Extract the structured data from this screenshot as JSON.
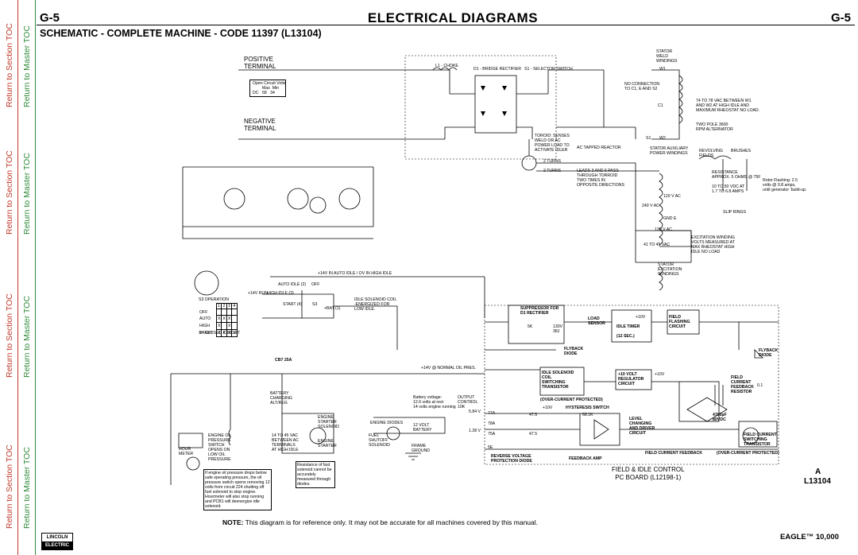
{
  "sidebar": {
    "section_toc_label": "Return to Section TOC",
    "master_toc_label": "Return to Master TOC",
    "colors": {
      "section": "#c0392b",
      "master": "#2e8b3a"
    }
  },
  "header": {
    "page_left": "G-5",
    "page_right": "G-5",
    "title": "ELECTRICAL DIAGRAMS",
    "subtitle": "SCHEMATIC - COMPLETE MACHINE - CODE 11397 (L13104)"
  },
  "labels": {
    "positive_terminal": [
      "POSITIVE",
      "TERMINAL"
    ],
    "negative_terminal": [
      "NEGATIVE",
      "TERMINAL"
    ],
    "ocv_table": {
      "title": "Open Circuit Volts",
      "cols": [
        "Max",
        "Min"
      ],
      "row_label": "DC",
      "values": [
        "68",
        "34"
      ]
    },
    "choke": "L1 - CHOKE",
    "bridge": "D1 - BRIDGE RECTIFIER",
    "selector": "S1 - SELECTOR SWITCH",
    "stator_weld": [
      "STATOR",
      "WELD",
      "WINDINGS"
    ],
    "w1": "W1",
    "w2": "W2",
    "c1": "C1",
    "s1": "S1",
    "no_connection": [
      "NO CONNECTION",
      "TO C1, E AND S2"
    ],
    "vac_note": [
      "74 TO 78 VAC BETWEEN W1",
      "AND W2 AT HIGH IDLE AND",
      "MAXIMUM RHEOSTAT NO LOAD."
    ],
    "two_pole": [
      "TWO POLE 3600",
      "RPM ALTERNATOR"
    ],
    "toroid": [
      "TOROID: SENSES",
      "WELD OR AC",
      "POWER LOAD TO",
      "ACTIVATE IDLER"
    ],
    "ac_reactor": "AC TAPPED REACTOR",
    "stator_aux": [
      "STATOR AUXILIARY",
      "POWER WINDINGS"
    ],
    "revolving_fields": [
      "REVOLVING",
      "FIELDS"
    ],
    "brushes": "BRUSHES",
    "resistance": [
      "RESISTANCE",
      "APPROX. 5 OHMS @ 75F"
    ],
    "rotor_flashing": [
      "Rotor Flashing: 2.5",
      "volts @ 0.8 amps,",
      "until generator 'build-up."
    ],
    "vdc_note": [
      "10 TO 50 VDC AT",
      "1.7 TO 6.8 AMPS"
    ],
    "slip_rings": "SLIP RINGS",
    "v120a": "120 V AC",
    "v240": "240 V AC",
    "v120b": "120 V AC",
    "gnd_e": "GND E",
    "turns2a": "2 TURNS",
    "turns2b": "2 TURNS",
    "leads": [
      "LEADS 3 AND 6 PASS",
      "THROUGH TORROID",
      "TWO TIMES IN",
      "OPPOSITE DIRECTIONS"
    ],
    "excitation": [
      "EXCITATION WINDING",
      "VOLTS MEASURED AT",
      "MAX RHEOSTAT HIGH",
      "IDLE NO LOAD"
    ],
    "v41_45": "41 TO 45 VAC",
    "stator_exc": [
      "STATOR",
      "EXCITATION",
      "WINDINGS"
    ],
    "idle_line": "+14V IN AUTO IDLE / OV IN HIGH IDLE",
    "s3_operation": "S3 OPERATION",
    "s3_table": {
      "header": [
        "1",
        "2",
        "3",
        "4"
      ],
      "rows": [
        [
          "OFF",
          "",
          "",
          "",
          ""
        ],
        [
          "AUTO",
          "X",
          "X",
          "X",
          ""
        ],
        [
          "HIGH",
          "X",
          "",
          "X",
          ""
        ],
        [
          "START",
          "X",
          "X",
          "X",
          "X"
        ]
      ],
      "footer": "X= CLOSED CIRCUIT"
    },
    "idle_solenoid": [
      "IDLE SOLENOID COIL",
      "-ENERGIZED FOR",
      "LOW IDLE."
    ],
    "auto_idle": "AUTO IDLE (2)",
    "off": "OFF",
    "high_idle": "HIGH IDLE (3)",
    "start": "START (4)",
    "bat": "+BAT (1)",
    "run14": "+14V RUN",
    "s3": "S3",
    "cb7": "CB7 25A",
    "battery": [
      "BATTERY",
      "CHARGING",
      "ALT/REG"
    ],
    "engine_starter_sol": [
      "ENGINE",
      "STARTER",
      "SOLENOID"
    ],
    "engine_starter": [
      "ENGINE",
      "STARTER"
    ],
    "engine_diodes": "ENGINE DIODES",
    "fuel_sol": [
      "FUEL",
      "SHUTOFF",
      "SOLENOID"
    ],
    "battery12": [
      "12 VOLT",
      "BATTERY"
    ],
    "hour_meter": [
      "HOUR",
      "METER"
    ],
    "oil_pressure": [
      "ENGINE OIL",
      "PRESSURE",
      "SWITCH",
      "OPENS ON",
      "LOW OIL",
      "PRESSURE"
    ],
    "vac_14": [
      "14 TO 45 VAC",
      "BETWEEN AC",
      "TERMINALS",
      "AT HIGH IDLE"
    ],
    "frame_ground": [
      "FRAME",
      "GROUND"
    ],
    "output_control": [
      "OUTPUT",
      "CONTROL",
      "10K"
    ],
    "engine_note": "If engine oil pressure drops below safe operating pressure, the oil pressure switch opens removing 12 volts from circuit 224 shutting off fuel solenoid to stop engine. Hourmeter will also stop running and PCB1 will deenergize idle solenoid.",
    "fast_sol_note": "Resistance of fast solenoid cannot be accurately measured through diodes.",
    "board": {
      "suppressor": [
        "SUPPRESSOR FOR",
        "D1 RECTIFIER"
      ],
      "load_sensor": [
        "LOAD",
        "SENSOR"
      ],
      "idle_timer": [
        "IDLE TIMER",
        "(12 SEC.)"
      ],
      "field_flash": [
        "FIELD",
        "FLASHING",
        "CIRCUIT"
      ],
      "flyback": [
        "FLYBACK",
        "DIODE"
      ],
      "idle_sol": [
        "IDLE SOLENOID",
        "COIL",
        "SWITCHING",
        "TRANSISTOR"
      ],
      "volt_reg": [
        "+10 VOLT",
        "REGULATOR",
        "CIRCUIT"
      ],
      "overcurrent": "(OVER-CURRENT PROTECTED)",
      "hysteresis": "HYSTERESIS SWITCH",
      "level_change": [
        "LEVEL",
        "CHANGING",
        "AND DRIVER",
        "CIRCUIT"
      ],
      "field_current_sw": [
        "FIELD CURRENT",
        "SWITCHING",
        "TRANSISTOR"
      ],
      "field_feedback": "FIELD CURRENT FEEDBACK",
      "overcurrent_prot": "(OVER-CURRENT PROTECTED)",
      "feedback_amp": "FEEDBACK AMP",
      "reverse_voltage": [
        "REVERSE VOLTAGE",
        "PROTECTION DIODE"
      ],
      "cap": [
        "4700µF",
        "80VDC"
      ],
      "field_resistor": [
        "FIELD",
        "CURRENT",
        "FEEDBACK",
        "RESISTOR"
      ],
      "r01": "0.1",
      "v10a": "+10V",
      "v10b": "+10V",
      "v10c": "+10V",
      "r5k": "5K",
      "r130v": "130V",
      "r38j": "38J",
      "r47a": "47.5",
      "r47b": "47.5",
      "r681": "68.1K",
      "v584": "5.84 V",
      "v128": "1.28 V",
      "normal_oil": "+14V @ NORMAL OIL PRES.",
      "p77a": "77A",
      "p78a": "78A",
      "p75a": "75A",
      "p5e": "5E",
      "volts_note": [
        "Battery voltage:",
        "12.6 volts at rest",
        "14 volts engine running"
      ]
    },
    "field_control": [
      "FIELD & IDLE CONTROL",
      "PC BOARD (L12198-1)"
    ]
  },
  "footer": {
    "note_bold": "NOTE:",
    "note_text": "This diagram is for reference only. It may not be accurate for all machines covered by this manual.",
    "logo_top": "LINCOLN",
    "logo_bottom": "ELECTRIC",
    "model": "EAGLE™ 10,000",
    "drawing_letter": "A",
    "drawing_code": "L13104"
  }
}
